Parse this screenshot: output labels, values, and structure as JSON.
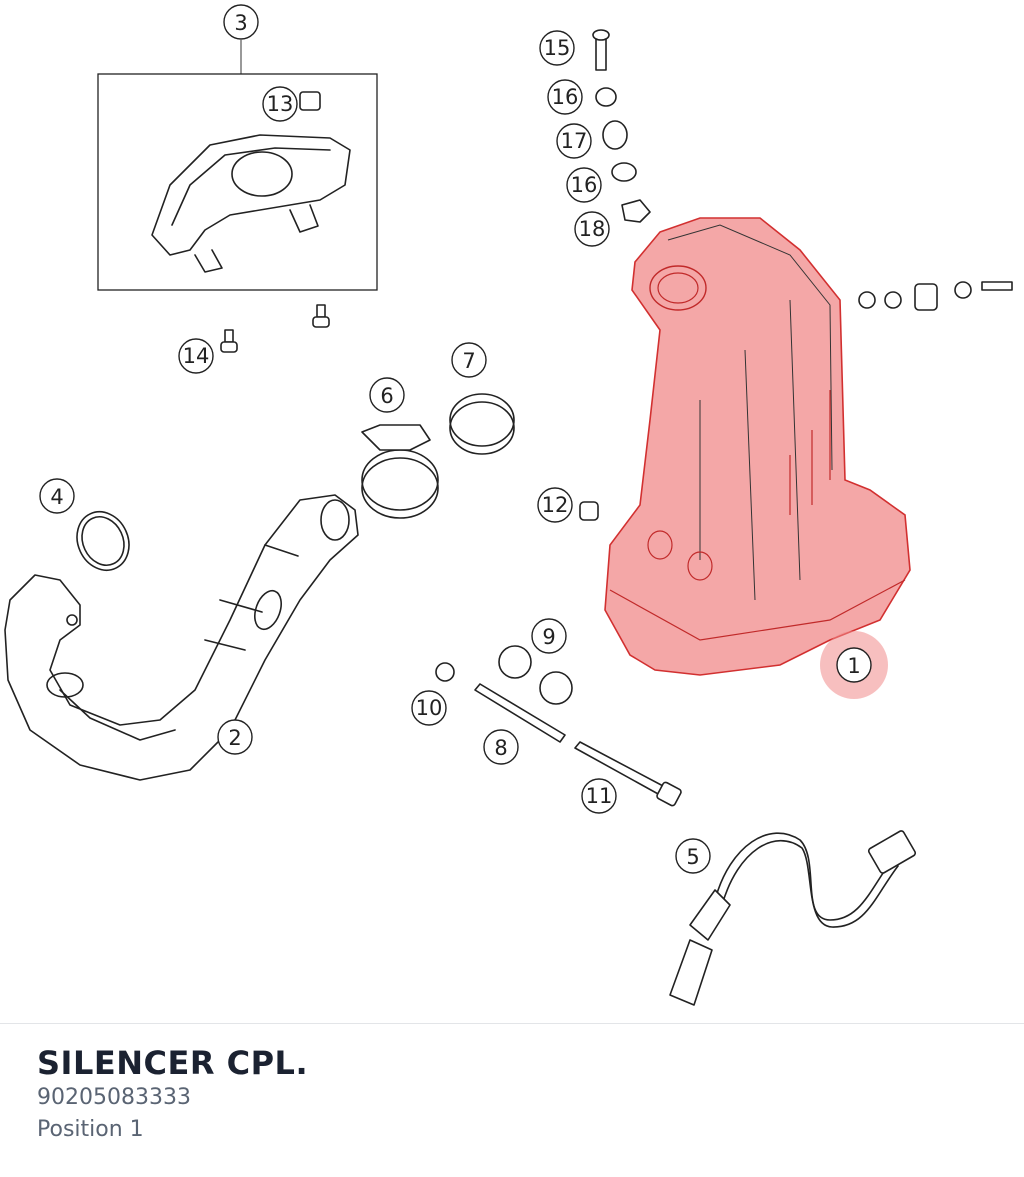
{
  "diagram": {
    "callouts": [
      "1",
      "2",
      "3",
      "4",
      "5",
      "6",
      "7",
      "8",
      "9",
      "10",
      "11",
      "12",
      "13",
      "14",
      "15",
      "16",
      "17",
      "16",
      "18"
    ],
    "highlight_color": "#f08a8a",
    "highlight_stroke": "#d23030"
  },
  "selection": {
    "title": "SILENCER CPL.",
    "part_number": "90205083333",
    "position": "Position 1"
  }
}
